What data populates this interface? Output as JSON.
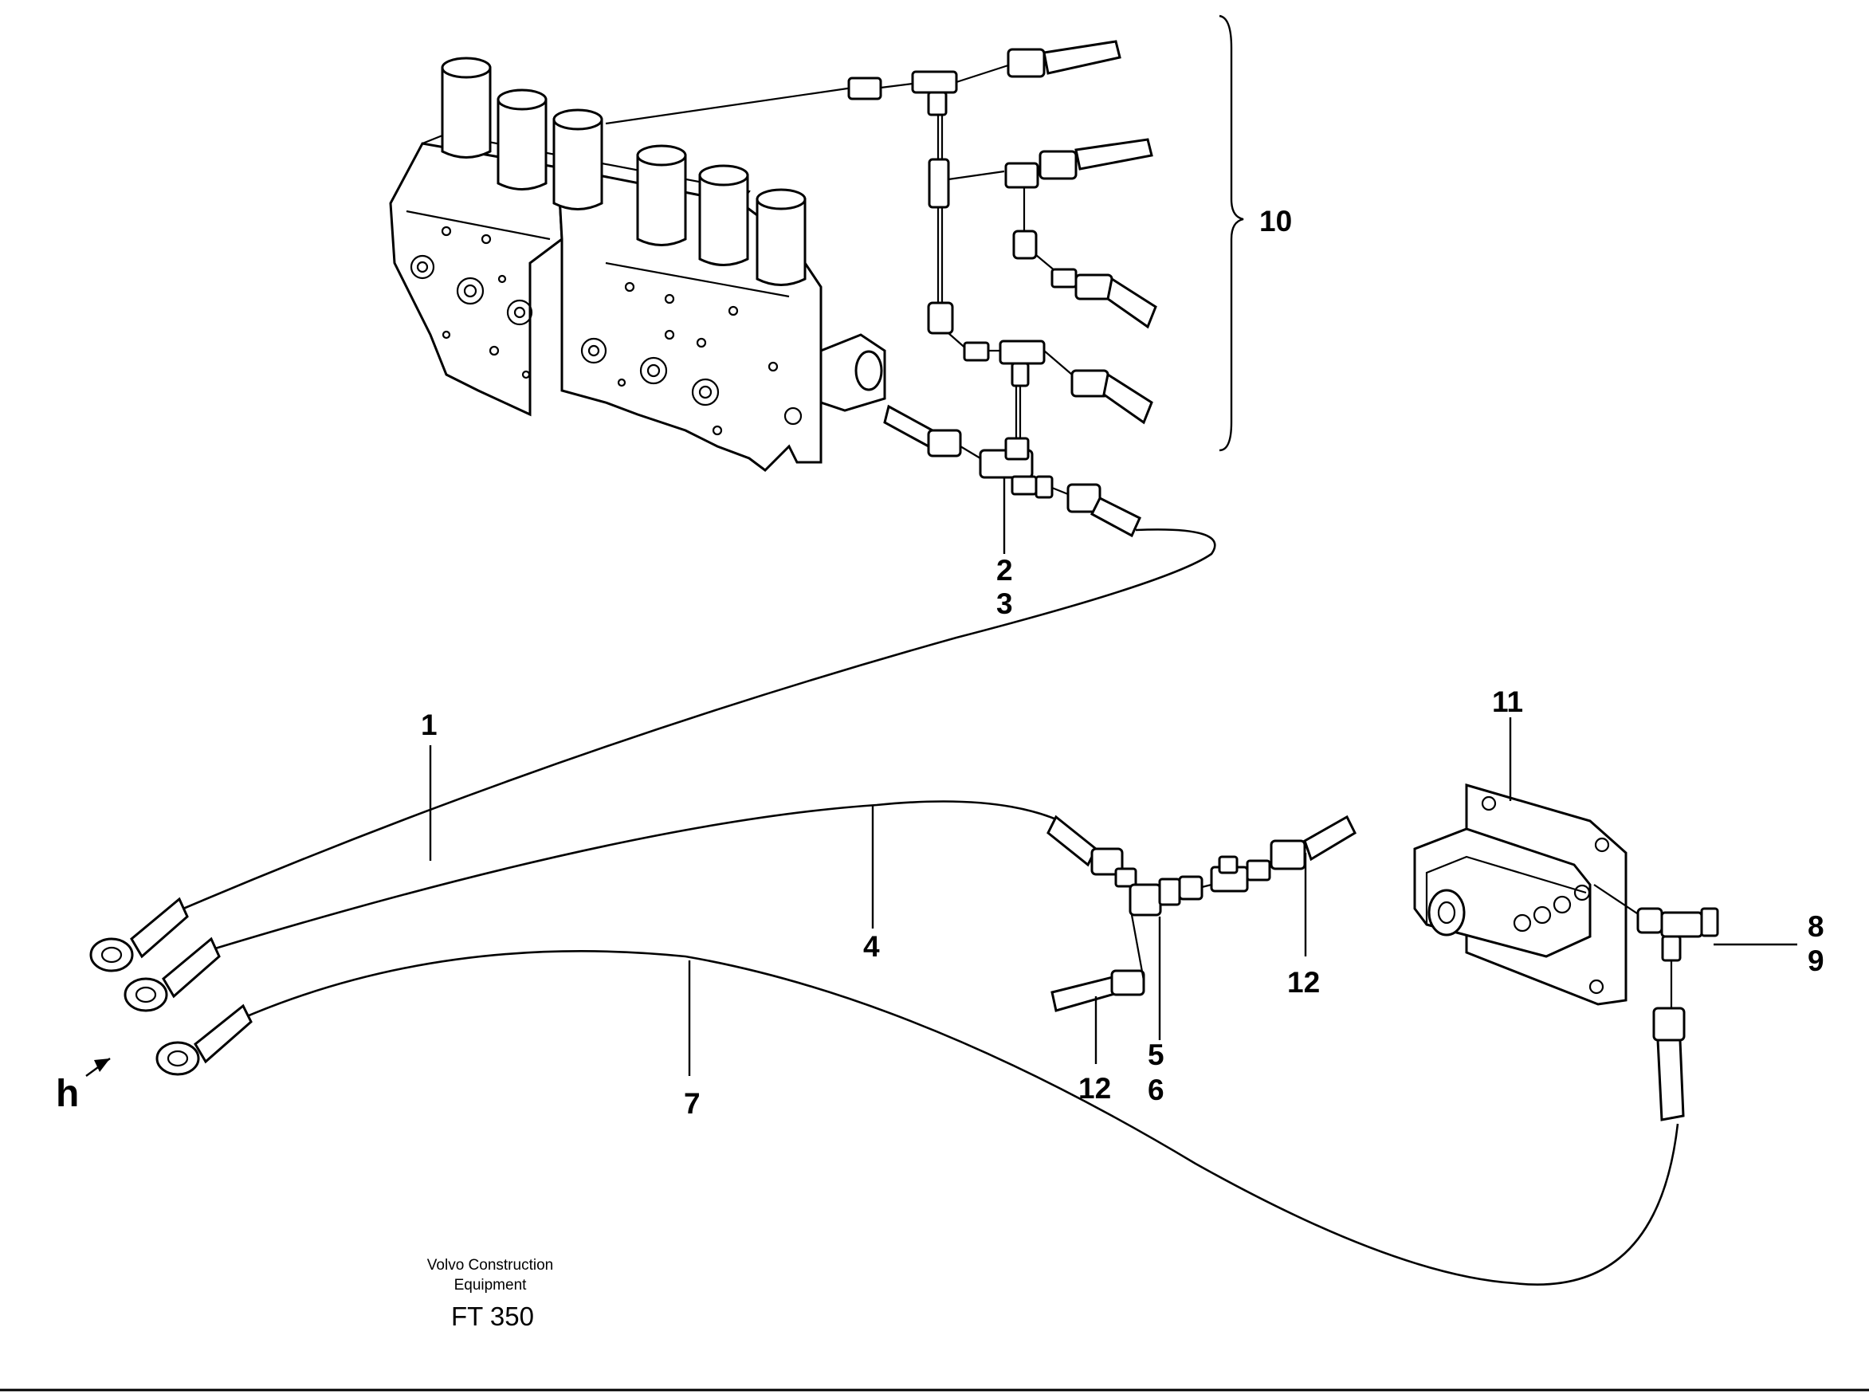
{
  "diagram": {
    "labels": {
      "item_1": "1",
      "item_2": "2",
      "item_3": "3",
      "item_4": "4",
      "item_5": "5",
      "item_6": "6",
      "item_7": "7",
      "item_8": "8",
      "item_9": "9",
      "item_10": "10",
      "item_11": "11",
      "item_12a": "12",
      "item_12b": "12",
      "view_h": "h"
    },
    "footer": {
      "line1": "Volvo Construction",
      "line2": "Equipment",
      "code": "FT 350"
    }
  }
}
